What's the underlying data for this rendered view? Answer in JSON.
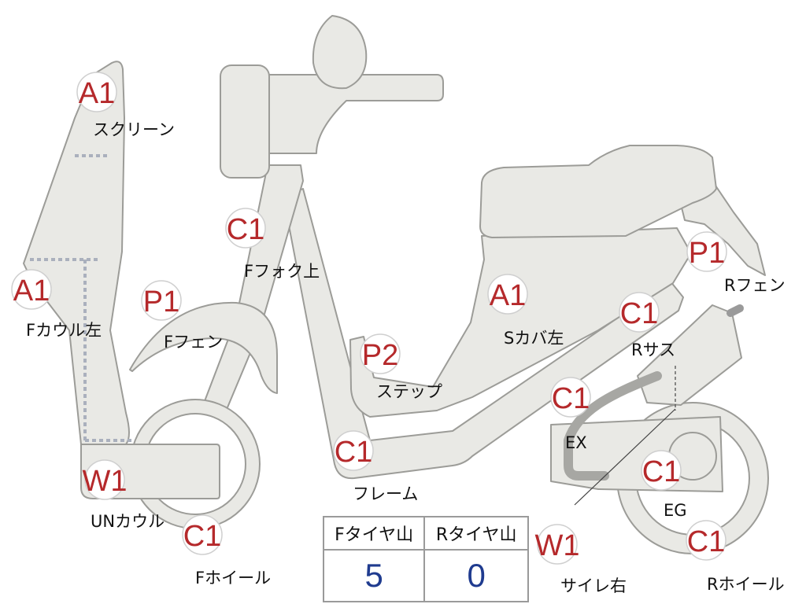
{
  "colors": {
    "part_fill": "#e9e9e5",
    "part_stroke": "#9c9c98",
    "badge_text": "#b5292b",
    "value_text": "#1f3b8f",
    "dotted_line": "#aab0bd"
  },
  "parts": [
    {
      "code": "A1",
      "label": "スクリーン"
    },
    {
      "code": "A1",
      "label": "Fカウル左"
    },
    {
      "code": "W1",
      "label": "UNカウル"
    },
    {
      "code": "P1",
      "label": "Fフェン"
    },
    {
      "code": "C1",
      "label": "Fフォク上"
    },
    {
      "code": "C1",
      "label": "Fホイール"
    },
    {
      "code": "P2",
      "label": "ステップ"
    },
    {
      "code": "C1",
      "label": "フレーム"
    },
    {
      "code": "A1",
      "label": "Sカバ左"
    },
    {
      "code": "C1",
      "label": "EX"
    },
    {
      "code": "C1",
      "label": "Rサス"
    },
    {
      "code": "P1",
      "label": "Rフェン"
    },
    {
      "code": "C1",
      "label": "EG"
    },
    {
      "code": "W1",
      "label": "サイレ右"
    },
    {
      "code": "C1",
      "label": "Rホイール"
    }
  ],
  "tire_table": {
    "headers": [
      "Fタイヤ山",
      "Rタイヤ山"
    ],
    "values": [
      "5",
      "0"
    ]
  }
}
